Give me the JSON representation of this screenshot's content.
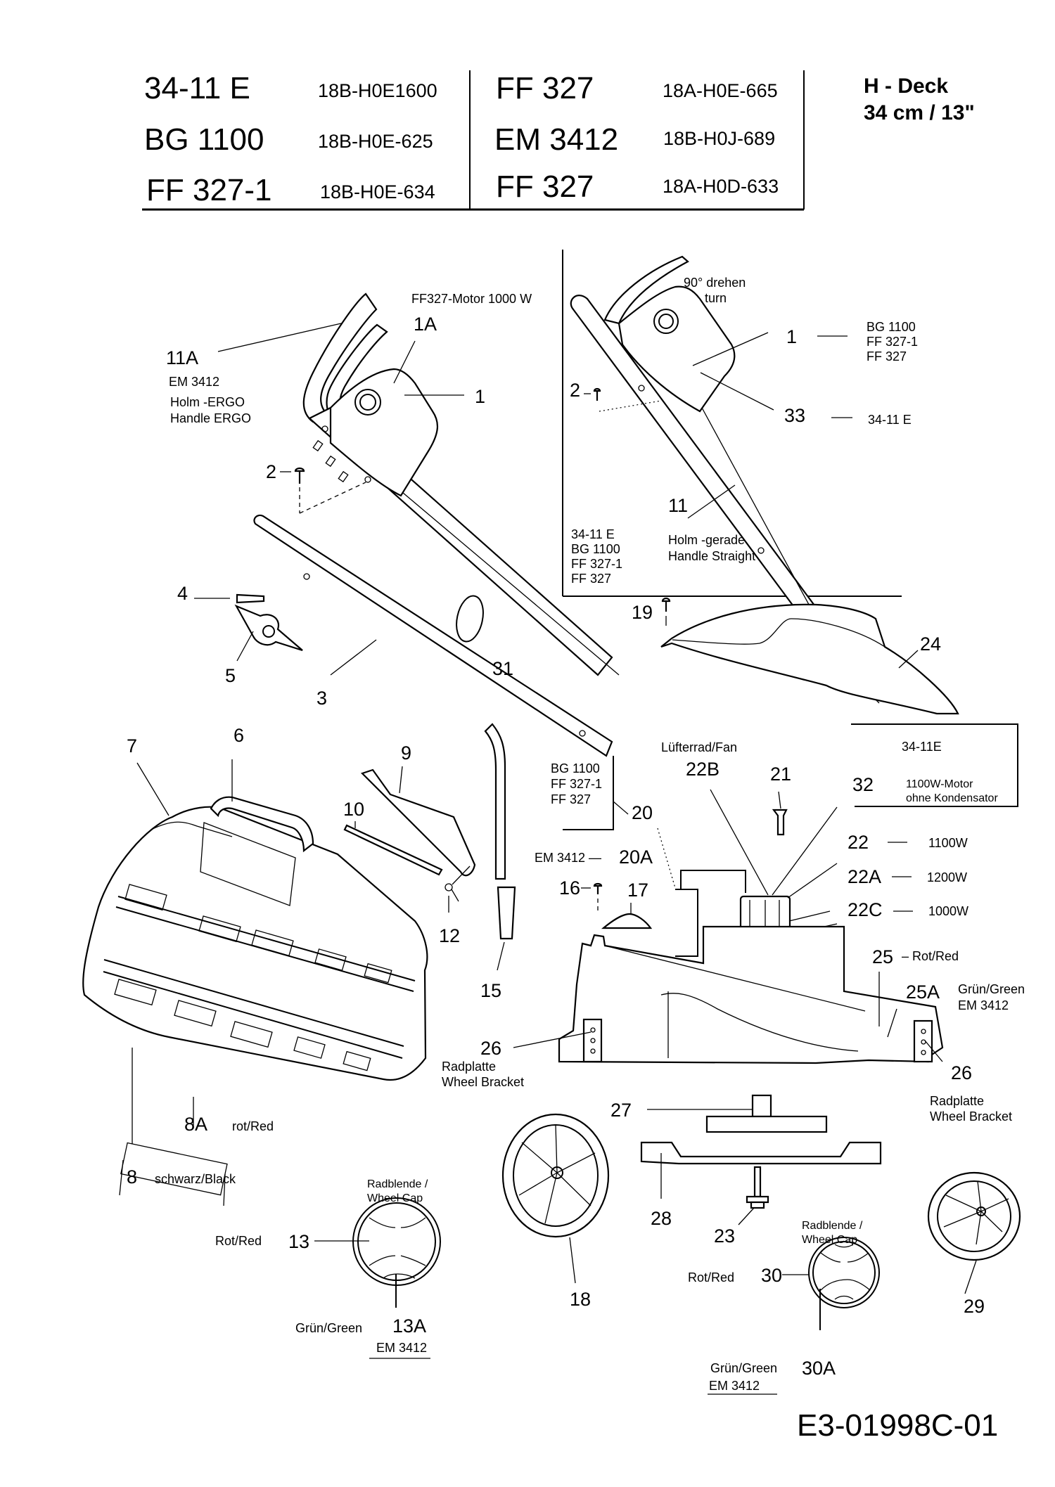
{
  "header": {
    "models": [
      {
        "model": "34-11 E",
        "code": "18B-H0E1600"
      },
      {
        "model": "BG 1100",
        "code": "18B-H0E-625"
      },
      {
        "model": "FF 327-1",
        "code": "18B-H0E-634"
      },
      {
        "model": "FF 327",
        "code": "18A-H0E-665"
      },
      {
        "model": "EM 3412",
        "code": "18B-H0J-689"
      },
      {
        "model": "FF 327",
        "code": "18A-H0D-633"
      }
    ],
    "deck_line1": "H - Deck",
    "deck_line2": "34 cm / 13\""
  },
  "callouts": {
    "p1": "1",
    "p1A": "1A",
    "p2": "2",
    "p3": "3",
    "p4": "4",
    "p5": "5",
    "p6": "6",
    "p7": "7",
    "p8": "8",
    "p8A": "8A",
    "p9": "9",
    "p10": "10",
    "p11": "11",
    "p11A": "11A",
    "p12": "12",
    "p13": "13",
    "p13A": "13A",
    "p15": "15",
    "p16": "16",
    "p17": "17",
    "p18": "18",
    "p19": "19",
    "p20": "20",
    "p20A": "20A",
    "p21": "21",
    "p22": "22",
    "p22A": "22A",
    "p22B": "22B",
    "p22C": "22C",
    "p23": "23",
    "p24": "24",
    "p25": "25",
    "p25A": "25A",
    "p26": "26",
    "p26b": "26",
    "p27": "27",
    "p28": "28",
    "p29": "29",
    "p30": "30",
    "p30A": "30A",
    "p31": "31",
    "p32": "32",
    "p33": "33",
    "p1b": "1",
    "p2b": "2"
  },
  "notes": {
    "motor_ff327": "FF327-Motor 1000 W",
    "em3412": "EM 3412",
    "holm_ergo": "Holm -ERGO",
    "handle_ergo": "Handle ERGO",
    "turn_de": "90° drehen",
    "turn_en": "turn",
    "p1_models": [
      "BG 1100",
      "FF 327-1",
      "FF 327"
    ],
    "p33_model": "34-11 E",
    "inset_models": [
      "34-11 E",
      "BG 1100",
      "FF 327-1",
      "FF 327"
    ],
    "holm_gerade": "Holm -gerade",
    "handle_straight": "Handle Straight",
    "box_32_title": "34-11E",
    "box_32_line1": "1100W-Motor",
    "box_32_line2": "ohne Kondensator",
    "fan": "Lüfterrad/Fan",
    "p20_models": [
      "BG 1100",
      "FF 327-1",
      "FF 327"
    ],
    "p20A_model": "EM 3412 —",
    "w22": "1100W",
    "w22A": "1200W",
    "w22C": "1000W",
    "p25_color": "– Rot/Red",
    "p25A_color": "Grün/Green",
    "p25A_model": "EM 3412",
    "radplatte": "Radplatte",
    "wheel_bracket": "Wheel Bracket",
    "p8A_color": "rot/Red",
    "p8_color": "schwarz/Black",
    "radblende": "Radblende /",
    "wheel_cap": "Wheel Cap",
    "rot_red": "Rot/Red",
    "gruen_green": "Grün/Green",
    "em3412_u": "EM 3412"
  },
  "footer": {
    "doc_id": "E3-01998C-01"
  }
}
